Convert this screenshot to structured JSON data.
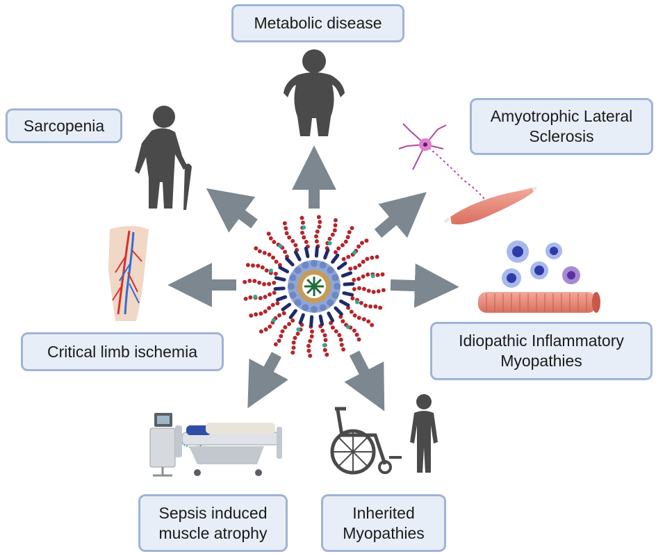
{
  "labels": {
    "metabolic": "Metabolic disease",
    "sarcopenia": "Sarcopenia",
    "als": "Amyotrophic Lateral\nSclerosis",
    "cli": "Critical limb ischemia",
    "iim": "Idiopathic Inflammatory\nMyopathies",
    "sepsis": "Sepsis induced\nmuscle atrophy",
    "inherited": "Inherited\nMyopathies"
  },
  "icons": {
    "center": "nanoparticle-icon",
    "metabolic": "obese-person-icon",
    "sarcopenia": "elderly-person-with-cane-icon",
    "als": "neuron-and-muscle-icon",
    "iim": "immune-cells-and-muscle-fiber-icon",
    "cli": "leg-blood-vessels-icon",
    "sepsis": "hospital-bed-ventilator-icon",
    "inherited": "wheelchair-and-child-icon"
  },
  "colors": {
    "label_fill": "#e8eef8",
    "label_border": "#9fb3d9",
    "arrow": "#7c8790",
    "silhouette": "#4a4a4a",
    "lipid_red": "#b3262b",
    "lipid_navy": "#1f2a6b",
    "core_blue": "#8fa6d6",
    "muscle": "#e58a7d"
  }
}
